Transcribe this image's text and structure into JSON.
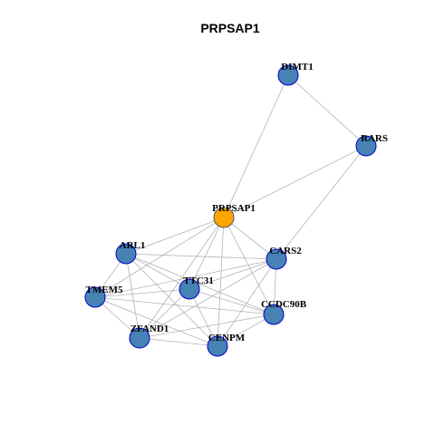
{
  "title": "PRPSAP1",
  "colors": {
    "center_fill": "#FFA500",
    "node_fill": "#4682B4",
    "node_stroke": "#0000CD",
    "edge": "#B3B3B3"
  },
  "nodes": [
    {
      "id": "PRPSAP1",
      "label": "PRPSAP1",
      "center": true
    },
    {
      "id": "DIMT1",
      "label": "DIMT1"
    },
    {
      "id": "RARS",
      "label": "RARS"
    },
    {
      "id": "ARL1",
      "label": "ARL1"
    },
    {
      "id": "CARS2",
      "label": "CARS2"
    },
    {
      "id": "TTC31",
      "label": "TTC31"
    },
    {
      "id": "TMEM5",
      "label": "TMEM5"
    },
    {
      "id": "CCDC90B",
      "label": "CCDC90B"
    },
    {
      "id": "ZFAND1",
      "label": "ZFAND1"
    },
    {
      "id": "CENPM",
      "label": "CENPM"
    }
  ],
  "edges": [
    [
      "PRPSAP1",
      "DIMT1"
    ],
    [
      "PRPSAP1",
      "RARS"
    ],
    [
      "DIMT1",
      "RARS"
    ],
    [
      "RARS",
      "CARS2"
    ],
    [
      "PRPSAP1",
      "ARL1"
    ],
    [
      "PRPSAP1",
      "CARS2"
    ],
    [
      "PRPSAP1",
      "TTC31"
    ],
    [
      "PRPSAP1",
      "TMEM5"
    ],
    [
      "PRPSAP1",
      "CCDC90B"
    ],
    [
      "PRPSAP1",
      "ZFAND1"
    ],
    [
      "PRPSAP1",
      "CENPM"
    ],
    [
      "ARL1",
      "CARS2"
    ],
    [
      "ARL1",
      "TTC31"
    ],
    [
      "ARL1",
      "TMEM5"
    ],
    [
      "ARL1",
      "CCDC90B"
    ],
    [
      "ARL1",
      "ZFAND1"
    ],
    [
      "ARL1",
      "CENPM"
    ],
    [
      "CARS2",
      "TTC31"
    ],
    [
      "CARS2",
      "TMEM5"
    ],
    [
      "CARS2",
      "CCDC90B"
    ],
    [
      "CARS2",
      "ZFAND1"
    ],
    [
      "CARS2",
      "CENPM"
    ],
    [
      "TTC31",
      "TMEM5"
    ],
    [
      "TTC31",
      "CCDC90B"
    ],
    [
      "TTC31",
      "ZFAND1"
    ],
    [
      "TTC31",
      "CENPM"
    ],
    [
      "TMEM5",
      "CCDC90B"
    ],
    [
      "TMEM5",
      "ZFAND1"
    ],
    [
      "TMEM5",
      "CENPM"
    ],
    [
      "CCDC90B",
      "ZFAND1"
    ],
    [
      "CCDC90B",
      "CENPM"
    ],
    [
      "ZFAND1",
      "CENPM"
    ]
  ]
}
